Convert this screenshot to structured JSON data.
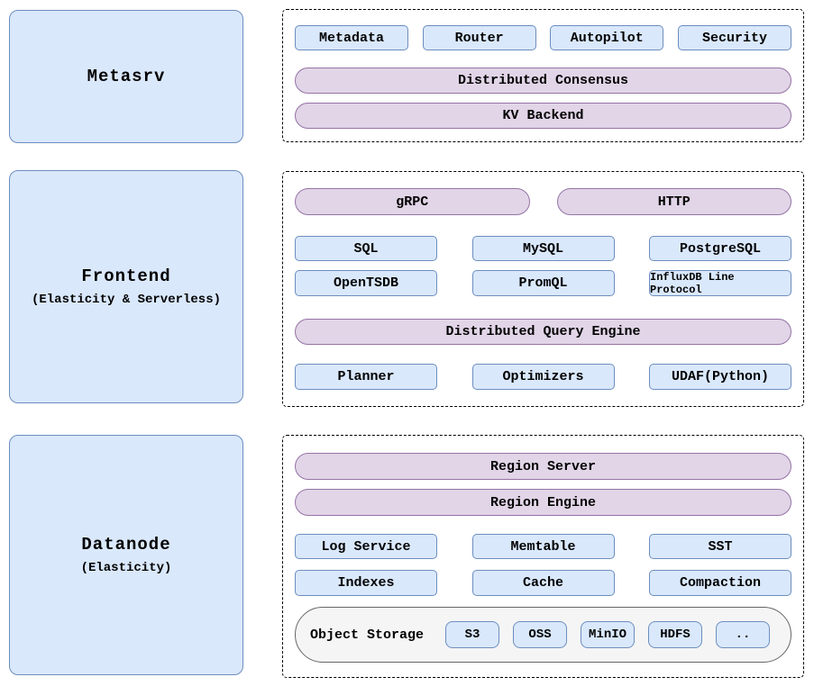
{
  "palette": {
    "blue_fill": "#dae8fc",
    "blue_stroke": "#6c8ebf",
    "purple_fill": "#e1d5e7",
    "purple_stroke": "#9673a6",
    "gray_fill": "#f5f5f5",
    "gray_stroke": "#666666",
    "dash_stroke": "#000000",
    "text": "#000000"
  },
  "left_sections": [
    {
      "title": "Metasrv",
      "subtitle": ""
    },
    {
      "title": "Frontend",
      "subtitle": "(Elasticity & Serverless)"
    },
    {
      "title": "Datanode",
      "subtitle": "(Elasticity)"
    }
  ],
  "metasrv": {
    "components": [
      "Metadata",
      "Router",
      "Autopilot",
      "Security"
    ],
    "layers": [
      "Distributed Consensus",
      "KV Backend"
    ]
  },
  "frontend": {
    "protocol_layers": [
      "gRPC",
      "HTTP"
    ],
    "protocols_row1": [
      "SQL",
      "MySQL",
      "PostgreSQL"
    ],
    "protocols_row2": [
      "OpenTSDB",
      "PromQL",
      "InfluxDB Line Protocol"
    ],
    "engine_layer": "Distributed Query Engine",
    "engine_components": [
      "Planner",
      "Optimizers",
      "UDAF(Python)"
    ]
  },
  "datanode": {
    "layers": [
      "Region Server",
      "Region Engine"
    ],
    "components_row1": [
      "Log Service",
      "Memtable",
      "SST"
    ],
    "components_row2": [
      "Indexes",
      "Cache",
      "Compaction"
    ],
    "object_storage": {
      "label": "Object Storage",
      "backends": [
        "S3",
        "OSS",
        "MinIO",
        "HDFS",
        ".."
      ]
    }
  }
}
